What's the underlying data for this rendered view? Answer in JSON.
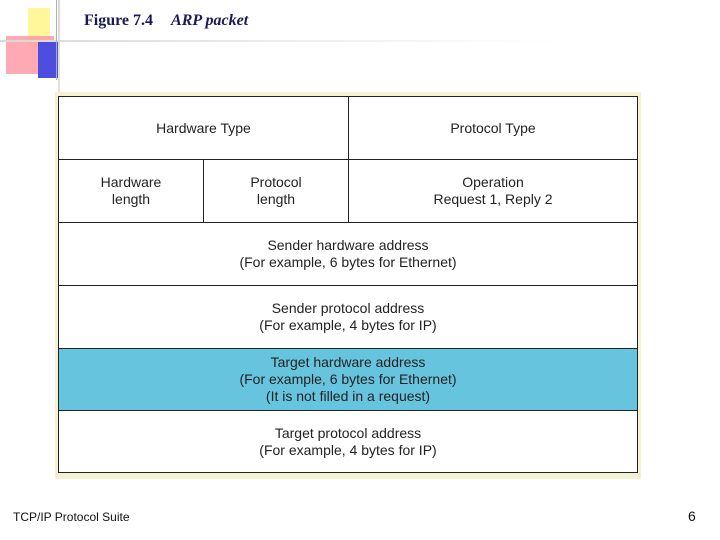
{
  "header": {
    "figure_number": "Figure 7.4",
    "figure_title": "ARP packet"
  },
  "packet": {
    "rows": [
      {
        "cells": [
          {
            "lines": [
              "Hardware Type"
            ]
          },
          {
            "lines": [
              "Protocol Type"
            ]
          }
        ]
      },
      {
        "cells": [
          {
            "lines": [
              "Hardware",
              "length"
            ]
          },
          {
            "lines": [
              "Protocol",
              "length"
            ]
          },
          {
            "lines": [
              "Operation",
              "Request 1, Reply 2"
            ]
          }
        ]
      },
      {
        "cells": [
          {
            "lines": [
              "Sender hardware address",
              "(For example, 6 bytes for Ethernet)"
            ]
          }
        ]
      },
      {
        "cells": [
          {
            "lines": [
              "Sender protocol address",
              "(For example, 4 bytes for IP)"
            ]
          }
        ]
      },
      {
        "cells": [
          {
            "lines": [
              "Target hardware address",
              "(For example, 6 bytes for Ethernet)",
              "(It is not filled in a request)"
            ]
          }
        ]
      },
      {
        "cells": [
          {
            "lines": [
              "Target protocol address",
              "(For example, 4 bytes for IP)"
            ]
          }
        ]
      }
    ]
  },
  "footer": {
    "left_text": "TCP/IP Protocol Suite",
    "page_number": "6"
  },
  "colors": {
    "highlight": "#67c4de",
    "title": "#1a1a55"
  }
}
